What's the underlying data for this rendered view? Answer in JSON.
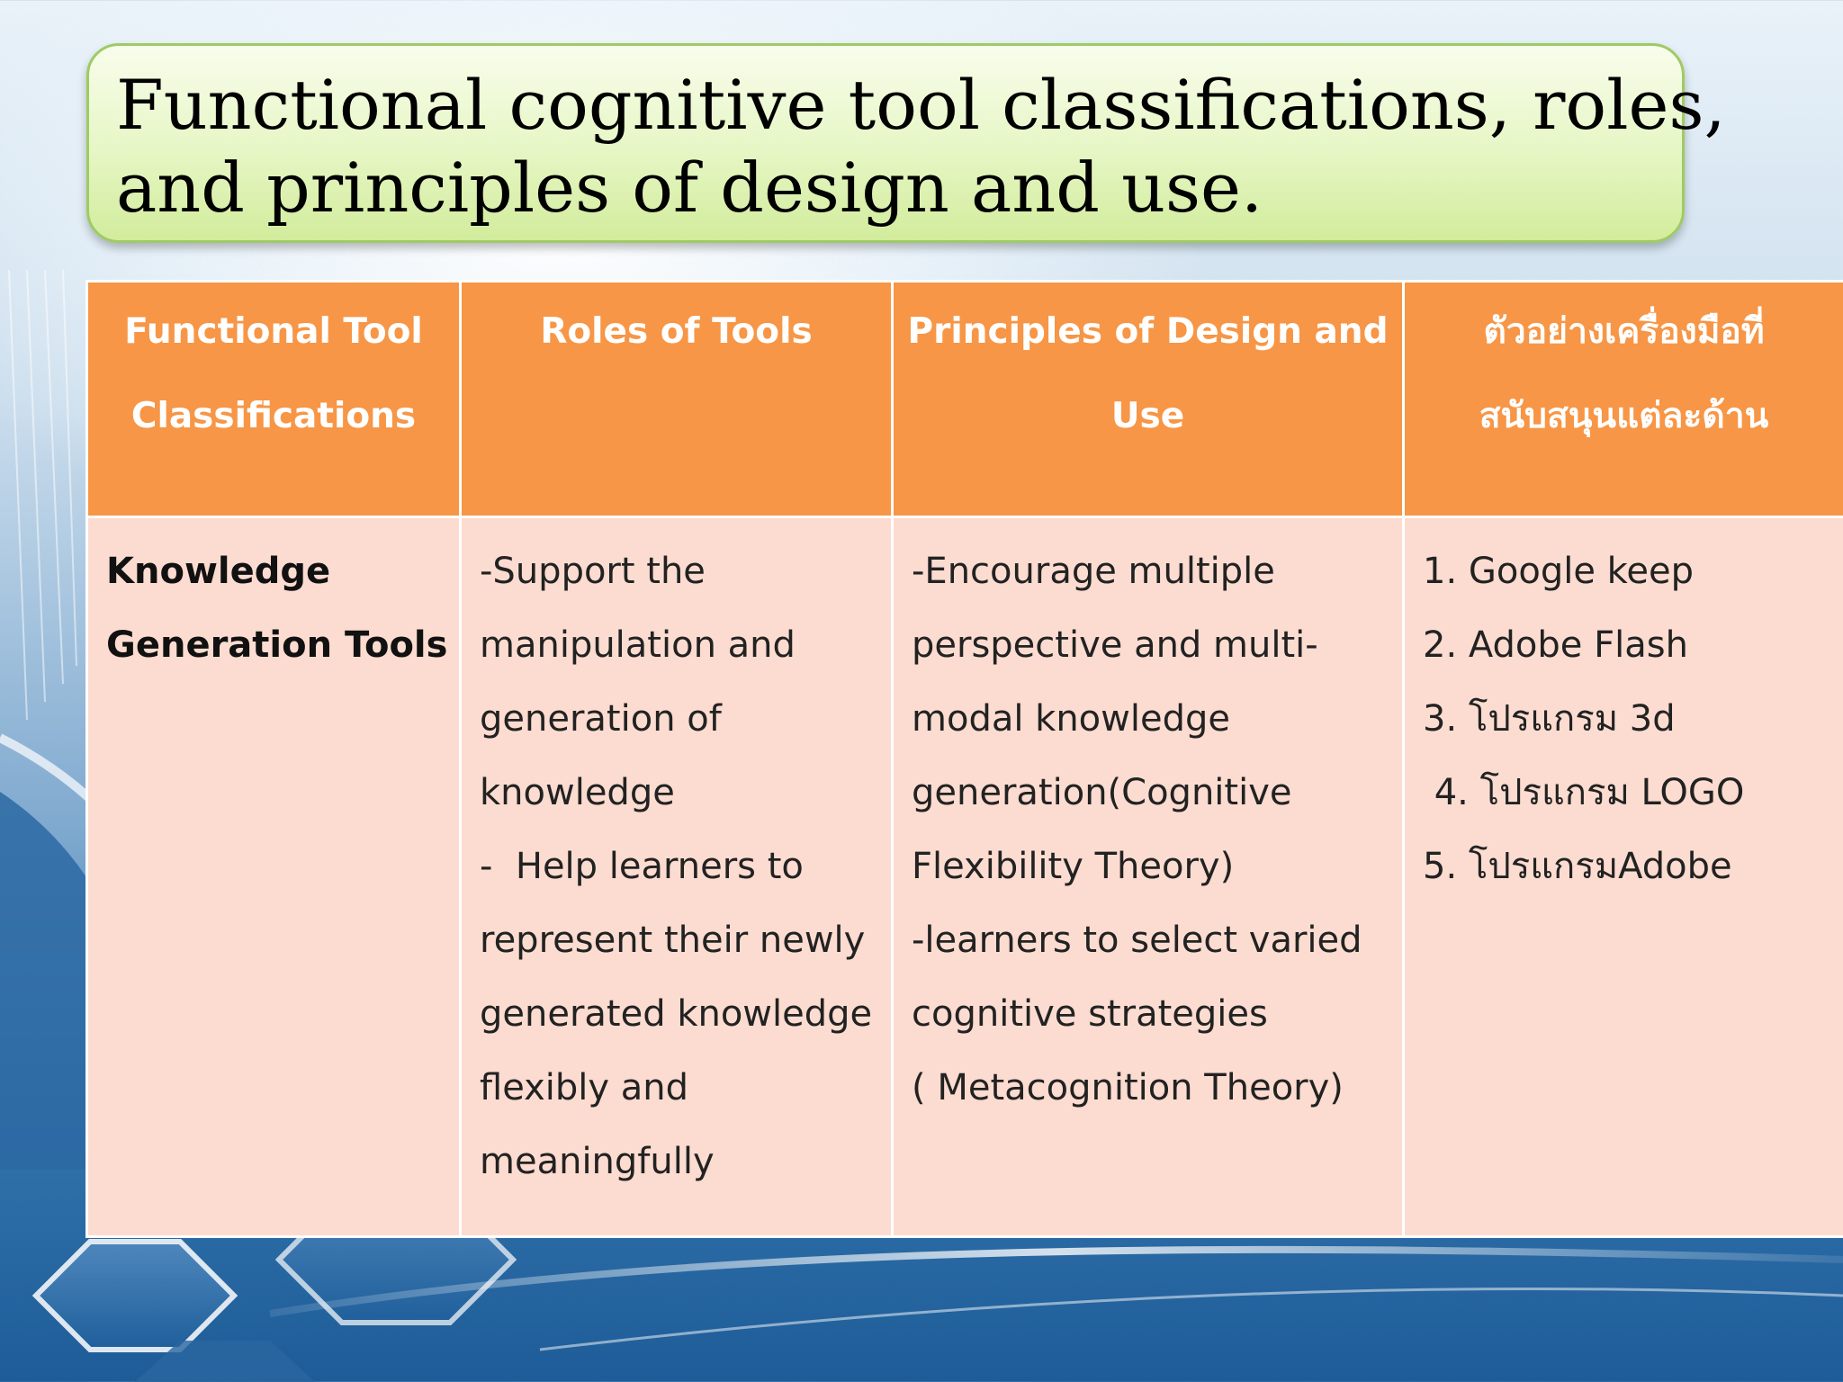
{
  "slide": {
    "title_line1": "Functional cognitive tool classifications, roles,",
    "title_line2": "and principles of design and use."
  },
  "colors": {
    "header_bg": "#f79646",
    "body_bg": "#fcdcd0",
    "title_bg": "#e6f6c4",
    "title_border": "#9ecb64"
  },
  "table": {
    "headers": [
      {
        "line1": "Functional Tool",
        "line2": "Classifications"
      },
      {
        "line1": "Roles of Tools",
        "line2": ""
      },
      {
        "line1": "Principles of Design and",
        "line2": "Use"
      },
      {
        "line1": "ตัวอย่างเครื่องมือที่",
        "line2": "สนับสนุนแต่ละด้าน"
      }
    ],
    "row": {
      "classification": [
        "Knowledge",
        "Generation Tools"
      ],
      "roles": [
        "-Support the",
        "manipulation and",
        "generation of",
        "knowledge",
        "-  Help learners to",
        "represent their newly",
        "generated knowledge",
        "flexibly and",
        "meaningfully"
      ],
      "principles": [
        "-Encourage multiple",
        "perspective and multi-",
        "modal knowledge",
        "generation(Cognitive",
        "Flexibility Theory)",
        "-learners to select varied",
        "cognitive strategies",
        "( Metacognition Theory)"
      ],
      "examples": [
        "1. Google keep",
        "2. Adobe Flash",
        "3. โปรแกรม 3d",
        " 4. โปรแกรม LOGO",
        "5. โปรแกรมAdobe"
      ]
    }
  }
}
